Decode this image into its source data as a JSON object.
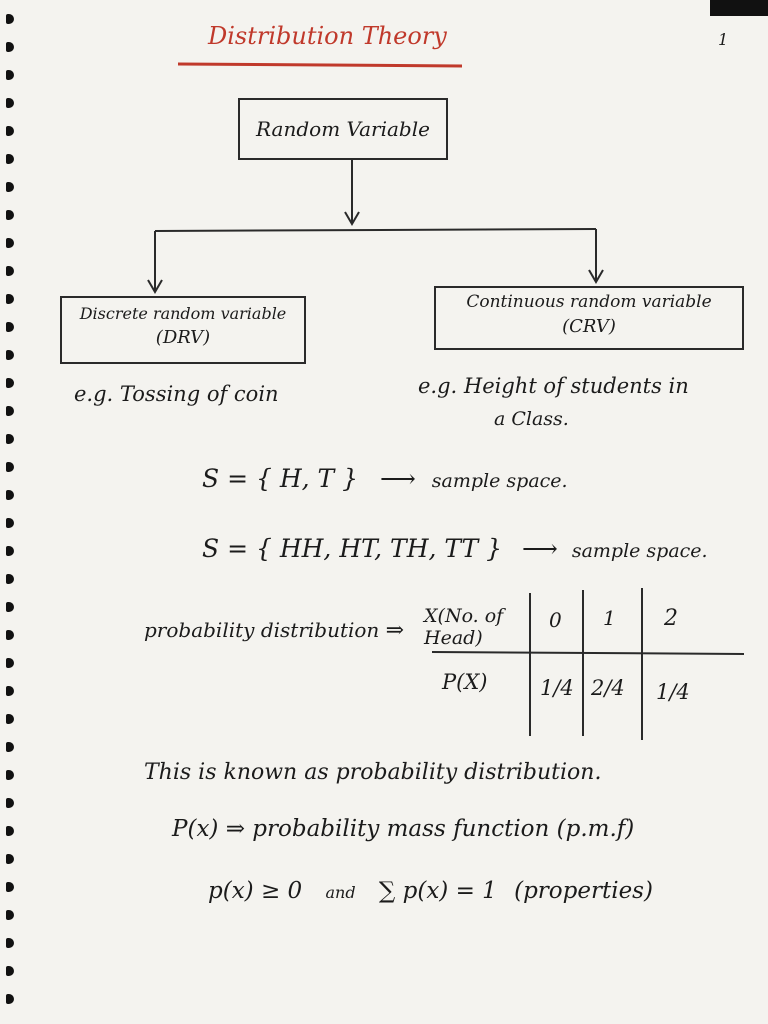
{
  "title": "Distribution Theory",
  "page_number": "1",
  "root": "Random Variable",
  "left_node": {
    "name": "Discrete random variable",
    "abbr": "(DRV)"
  },
  "right_node": {
    "name": "Continuous random variable",
    "abbr": "(CRV)"
  },
  "left_example": "e.g. Tossing of coin",
  "right_example_line1": "e.g. Height of students in",
  "right_example_line2": "a Class.",
  "sample1": "S = { H, T }",
  "sample1_label": "sample space.",
  "sample2": "S = { HH, HT, TH, TT }",
  "sample2_label": "sample space.",
  "prob_dist_label": "probability distribution",
  "table": {
    "x_header": "X(No. of Head)",
    "px_header": "P(X)",
    "x_values": [
      "0",
      "1",
      "2"
    ],
    "p_values": [
      "1/4",
      "2/4",
      "1/4"
    ]
  },
  "statement": "This is known as probability distribution.",
  "pmf_line": "P(x) ⇒ probability mass function (p.m.f)",
  "props_line_a": "p(x) ≥ 0",
  "props_and": "and",
  "props_line_b": "∑ p(x) = 1",
  "props_label": "(properties)",
  "arrow": "⟶",
  "implies": "⇒"
}
